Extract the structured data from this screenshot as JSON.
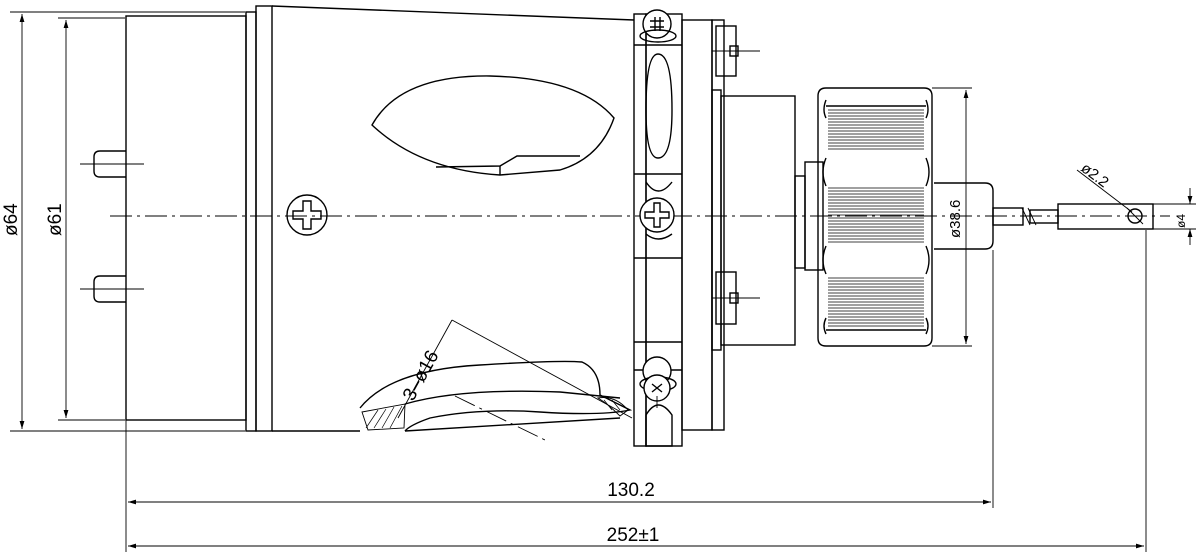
{
  "dimensions": {
    "outer_diameter": "ø64",
    "inner_diameter": "ø61",
    "holes": "3–ø16",
    "knob_diameter": "ø38.6",
    "hole_diameter": "ø2.2",
    "shaft_diameter": "ø4",
    "short_length": "130.2",
    "total_length": "252±1"
  }
}
